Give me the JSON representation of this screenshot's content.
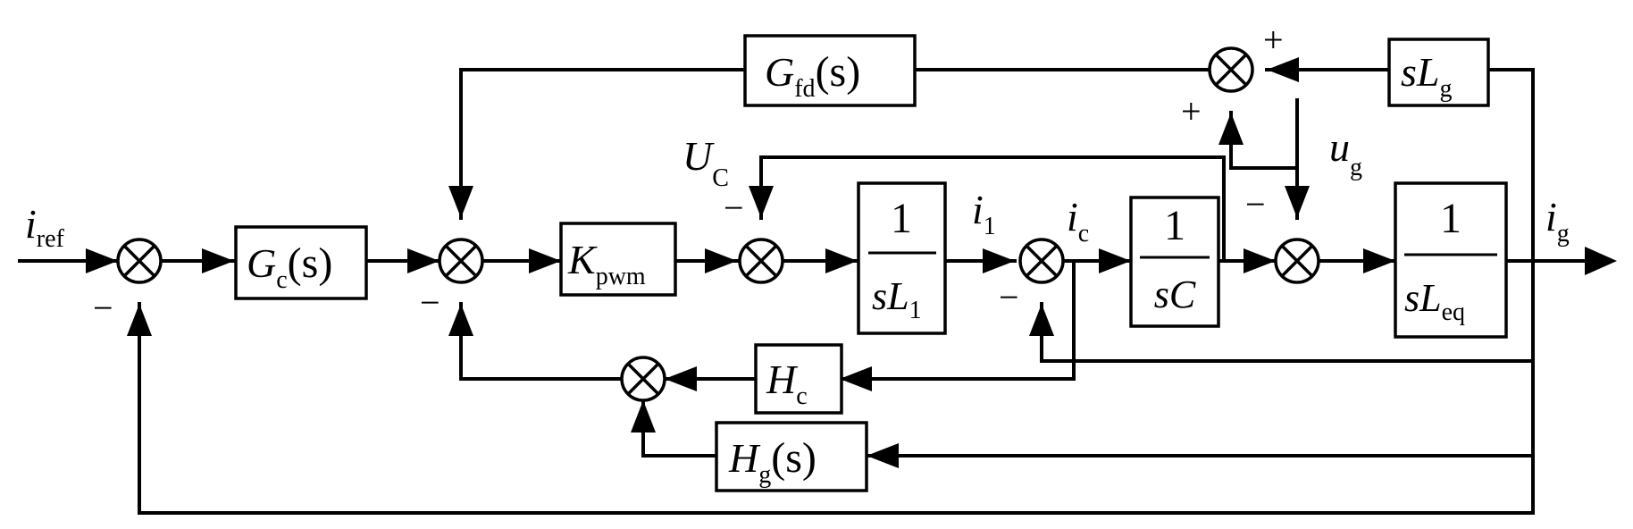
{
  "blocks": {
    "gc": {
      "main": "G",
      "sub": "c",
      "arg": "(s)"
    },
    "kpwm": {
      "main": "K",
      "sub": "pwm"
    },
    "l1": {
      "num": "1",
      "den_main": "sL",
      "den_sub": "1"
    },
    "c": {
      "num": "1",
      "den_main": "sC"
    },
    "leq": {
      "num": "1",
      "den_main": "sL",
      "den_sub": "eq"
    },
    "gfd": {
      "main": "G",
      "sub": "fd",
      "arg": "(s)"
    },
    "slg": {
      "main": "sL",
      "sub": "g"
    },
    "hc": {
      "main": "H",
      "sub": "c"
    },
    "hg": {
      "main": "H",
      "sub": "g",
      "arg": "(s)"
    }
  },
  "signals": {
    "iref": {
      "main": "i",
      "sub": "ref"
    },
    "uc": {
      "main": "U",
      "sub": "C"
    },
    "i1": {
      "main": "i",
      "sub": "1"
    },
    "ic": {
      "main": "i",
      "sub": "c"
    },
    "ug": {
      "main": "u",
      "sub": "g"
    },
    "ig": {
      "main": "i",
      "sub": "g"
    }
  },
  "signs": {
    "minus": "−",
    "plus": "+"
  }
}
